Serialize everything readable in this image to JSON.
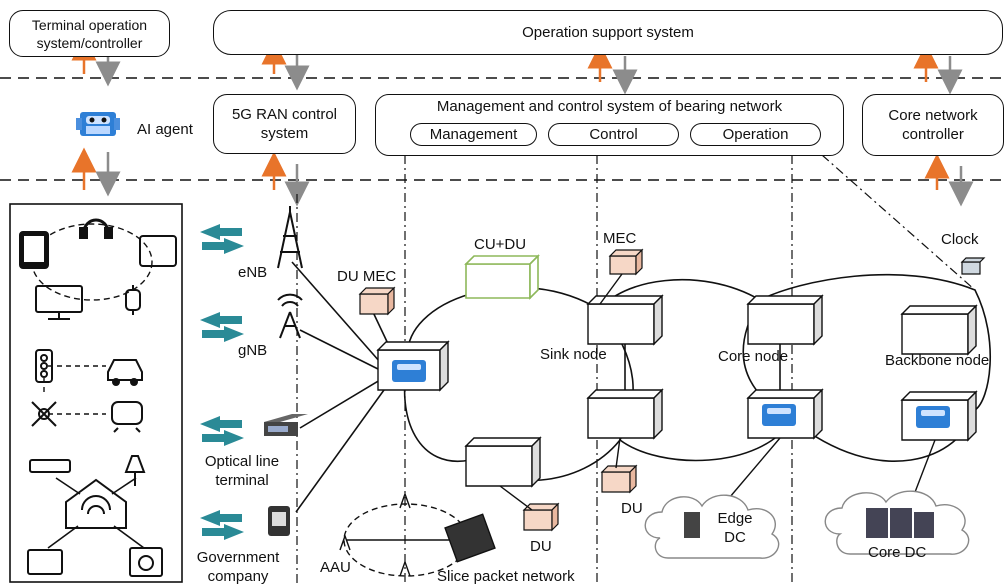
{
  "top": {
    "terminal_controller": "Terminal operation\nsystem/controller",
    "oss": "Operation support system",
    "ai_agent": "AI agent",
    "ran_control": "5G RAN control\nsystem",
    "bearing_mgmt": "Management and control system of bearing network",
    "pill_management": "Management",
    "pill_control": "Control",
    "pill_operation": "Operation",
    "core_controller": "Core network\ncontroller"
  },
  "access": {
    "enb": "eNB",
    "gnb": "gNB",
    "olt": "Optical line\nterminal",
    "gov": "Government\ncompany",
    "aau": "AAU",
    "slice": "Slice packet network"
  },
  "network": {
    "cu_du": "CU+DU",
    "du_mec": "DU MEC",
    "mec": "MEC",
    "sink": "Sink node",
    "core_node": "Core node",
    "backbone": "Backbone node",
    "clock": "Clock",
    "du1": "DU",
    "du2": "DU",
    "edge_dc": "Edge\nDC",
    "core_dc": "Core DC"
  },
  "colors": {
    "up_arrow": "#e8742a",
    "down_arrow": "#8c8c8c",
    "wireless": "#2a8a96",
    "chip": "#2e7fd6",
    "mec_fill": "#f6d7c6",
    "cudu_stroke": "#8db85a"
  }
}
